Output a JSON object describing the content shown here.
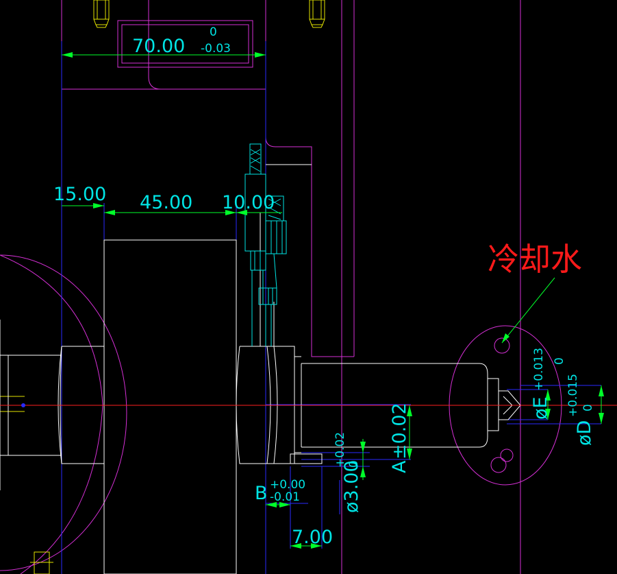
{
  "drawing": {
    "background": "#000000",
    "colors": {
      "outline": "#ffffff",
      "hidden": "#d630d6",
      "dimension_line": "#00ff2a",
      "dimension_text": "#00e5e5",
      "extension": "#2a2aff",
      "centerline": "#ff2020",
      "note": "#ff1a1a"
    },
    "dimensions": {
      "top_width": {
        "value": "70.00",
        "upper": "0",
        "lower": "-0.03"
      },
      "left_offset": {
        "value": "15.00"
      },
      "middle_width": {
        "value": "45.00"
      },
      "right_offset": {
        "value": "10.00"
      },
      "bottom_width": {
        "value": "7.00"
      },
      "dim_b": {
        "label": "B",
        "upper": "+0.00",
        "lower": "-0.01"
      },
      "dim_phi3": {
        "label": "ø3.00",
        "upper": "+0.02",
        "lower": "0"
      },
      "dim_a": {
        "label": "A",
        "tol": "±0.02"
      },
      "dim_e": {
        "label": "øE",
        "upper": "+0.013",
        "lower": "0"
      },
      "dim_d": {
        "label": "øD",
        "upper": "+0.015",
        "lower": "0"
      }
    },
    "annotation": {
      "note": "冷却水"
    }
  }
}
